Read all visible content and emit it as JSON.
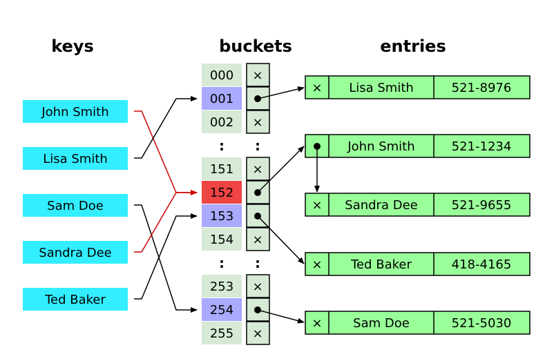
{
  "headers": {
    "keys": "keys",
    "buckets": "buckets",
    "entries": "entries"
  },
  "keys": [
    "John Smith",
    "Lisa Smith",
    "Sam Doe",
    "Sandra Dee",
    "Ted Baker"
  ],
  "buckets": [
    "000",
    "001",
    "002",
    "151",
    "152",
    "153",
    "154",
    "253",
    "254",
    "255"
  ],
  "bucket_states": [
    "empty",
    "used",
    "empty",
    "empty",
    "collision",
    "used",
    "empty",
    "empty",
    "used",
    "empty"
  ],
  "ellipsis": ":",
  "null_marker": "×",
  "entries": [
    {
      "name": "Lisa Smith",
      "phone": "521-8976"
    },
    {
      "name": "John Smith",
      "phone": "521-1234"
    },
    {
      "name": "Sandra Dee",
      "phone": "521-9655"
    },
    {
      "name": "Ted Baker",
      "phone": "418-4165"
    },
    {
      "name": "Sam Doe",
      "phone": "521-5030"
    }
  ],
  "colors": {
    "key_box": "#33eeff",
    "bucket_empty": "#d6ead6",
    "bucket_used": "#aaaaff",
    "bucket_collision": "#ee4444",
    "pointer_cell": "#d6ead6",
    "entry_box": "#99ff99",
    "collision_arrow": "#cc0000",
    "arrow": "#000000"
  }
}
